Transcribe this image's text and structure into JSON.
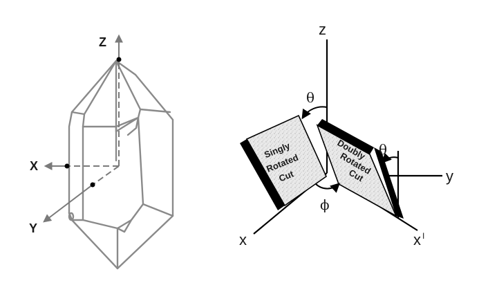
{
  "crystal": {
    "axis_z": "Z",
    "axis_x": "X",
    "axis_y": "Y"
  },
  "rotated": {
    "axis_z": "z",
    "axis_x": "x",
    "axis_y": "y",
    "axis_x_prime": "x",
    "prime_mark": "I",
    "theta_1": "θ",
    "theta_2": "θ",
    "phi": "ϕ",
    "singly_cut": [
      "Singly",
      "Rotated",
      "Cut"
    ],
    "doubly_cut": [
      "Doubly",
      "Rotated",
      "Cut"
    ]
  }
}
